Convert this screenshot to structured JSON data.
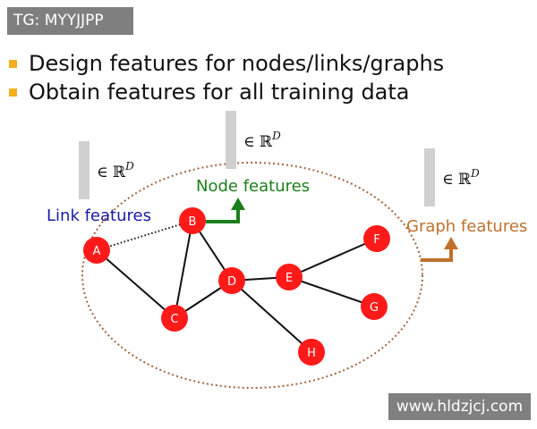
{
  "badge": "TG: MYYJJPP",
  "bullets": [
    "Design features for nodes/links/graphs",
    "Obtain features for all training data"
  ],
  "watermark": "www.hldzjcj.com",
  "diagram": {
    "vector_space": "∈ ℝ",
    "dim_symbol": "D",
    "labels": {
      "link": "Link features",
      "node": "Node features",
      "graph": "Graph features"
    },
    "colors": {
      "link": "#1a1aa6",
      "node": "#1b7f1b",
      "graph": "#c0702c",
      "node_fill": "#ff1a1a",
      "edge": "#111111",
      "ellipse": "#a0643c",
      "bar": "#d0d0d0"
    },
    "nodes": [
      "A",
      "B",
      "C",
      "D",
      "E",
      "F",
      "G",
      "H"
    ],
    "edges": [
      [
        "A",
        "C"
      ],
      [
        "B",
        "C"
      ],
      [
        "B",
        "D"
      ],
      [
        "C",
        "D"
      ],
      [
        "D",
        "E"
      ],
      [
        "D",
        "H"
      ],
      [
        "E",
        "F"
      ],
      [
        "E",
        "G"
      ]
    ],
    "dotted_edges": [
      [
        "A",
        "B"
      ]
    ]
  }
}
